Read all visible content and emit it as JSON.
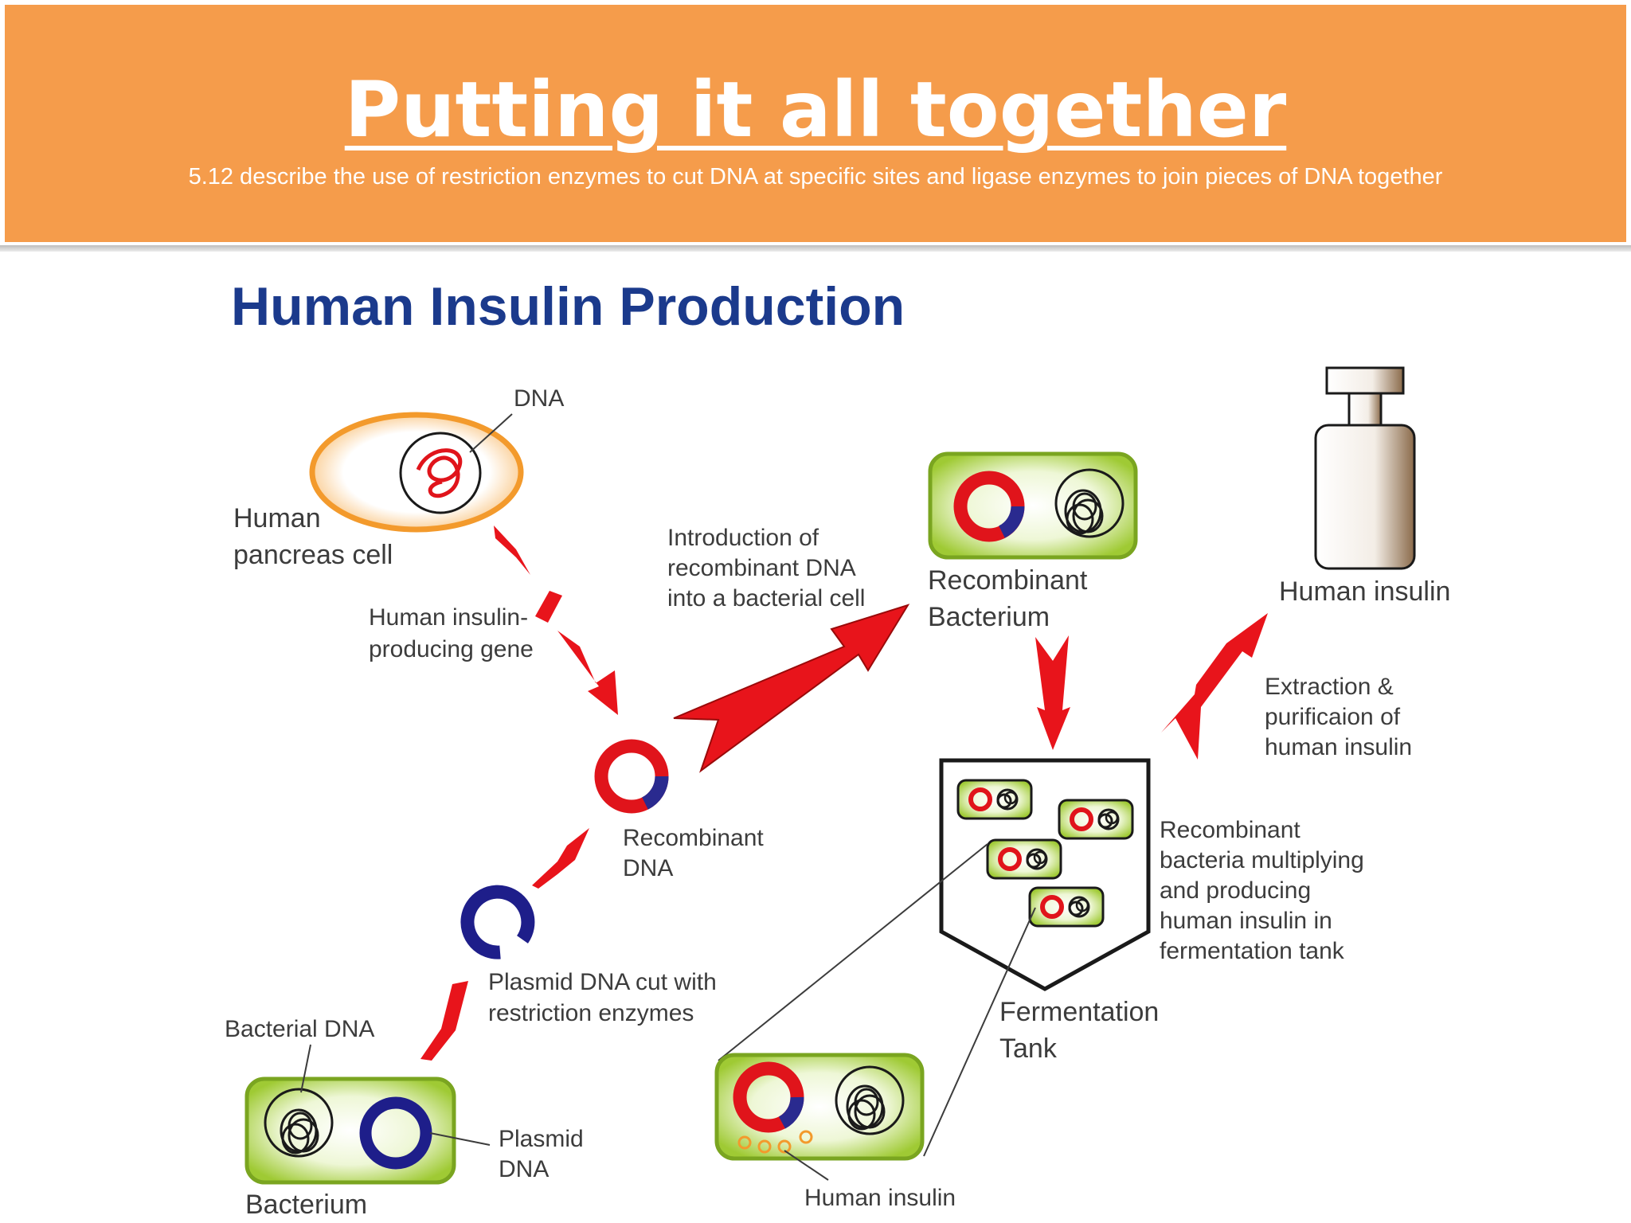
{
  "slide": {
    "title": "Putting it all together",
    "subtitle": "5.12 describe the use of restriction enzymes to cut DNA at specific sites and ligase enzymes to join pieces of DNA together"
  },
  "diagram": {
    "title": "Human Insulin Production",
    "labels": {
      "dna": "DNA",
      "pancreas_1": "Human",
      "pancreas_2": "pancreas cell",
      "gene_1": "Human insulin-",
      "gene_2": "producing gene",
      "recombinant_dna_1": "Recombinant",
      "recombinant_dna_2": "DNA",
      "plasmid_cut_1": "Plasmid DNA cut with",
      "plasmid_cut_2": "restriction enzymes",
      "bacterial_dna": "Bacterial DNA",
      "plasmid_dna_1": "Plasmid",
      "plasmid_dna_2": "DNA",
      "bacterium": "Bacterium",
      "introduction_1": "Introduction of",
      "introduction_2": "recombinant DNA",
      "introduction_3": "into a bacterial cell",
      "recombinant_bacterium_1": "Recombinant",
      "recombinant_bacterium_2": "Bacterium",
      "human_insulin_bottle": "Human insulin",
      "extraction_1": "Extraction &",
      "extraction_2": "purificaion of",
      "extraction_3": "human insulin",
      "multiplying_1": "Recombinant",
      "multiplying_2": "bacteria multiplying",
      "multiplying_3": "and producing",
      "multiplying_4": "human insulin in",
      "multiplying_5": "fermentation tank",
      "fermentation_1": "Fermentation",
      "fermentation_2": "Tank",
      "human_insulin_small": "Human insulin"
    }
  },
  "colors": {
    "banner": "#f59c4b",
    "title_blue": "#1b3a8c",
    "arrow_red": "#e8141b",
    "plasmid_red": "#e0141b",
    "plasmid_blue": "#2a2a8f",
    "cell_orange": "#f39a2c",
    "bacterium_green": "#a4cc3a"
  }
}
